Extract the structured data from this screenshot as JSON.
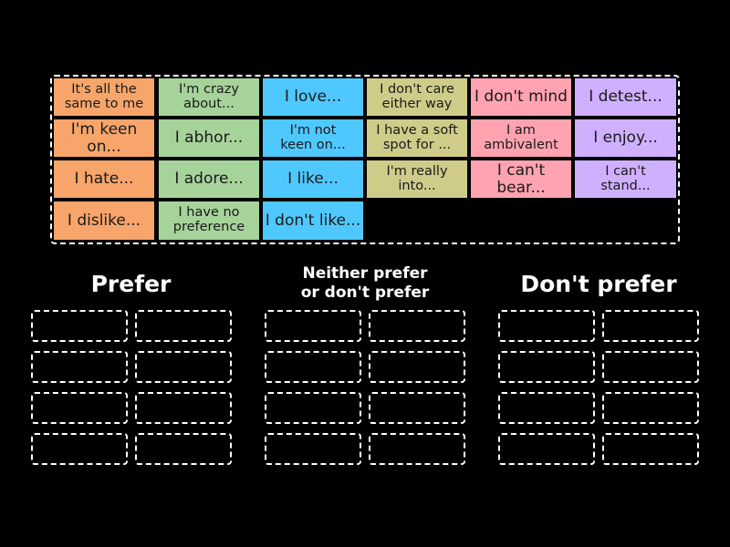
{
  "activity": {
    "type": "group-sort",
    "background_color": "#000000"
  },
  "cards": [
    {
      "label": "It's all the same to me",
      "lines": [
        "It's all the",
        "same to me"
      ],
      "color": "#f7a56a",
      "row": 0,
      "col": 0,
      "size": "small"
    },
    {
      "label": "I'm crazy about...",
      "lines": [
        "I'm crazy",
        "about..."
      ],
      "color": "#a6d39a",
      "row": 0,
      "col": 1,
      "size": "small"
    },
    {
      "label": "I love...",
      "lines": [
        "I love..."
      ],
      "color": "#4fc8ff",
      "row": 0,
      "col": 2,
      "size": "big"
    },
    {
      "label": "I don't care either way",
      "lines": [
        "I don't care",
        "either way"
      ],
      "color": "#cfcc8a",
      "row": 0,
      "col": 3,
      "size": "small"
    },
    {
      "label": "I don't mind",
      "lines": [
        "I don't mind"
      ],
      "color": "#ffa3b0",
      "row": 0,
      "col": 4,
      "size": "big"
    },
    {
      "label": "I detest...",
      "lines": [
        "I detest..."
      ],
      "color": "#cfb0ff",
      "row": 0,
      "col": 5,
      "size": "big"
    },
    {
      "label": "I'm keen on...",
      "lines": [
        "I'm keen on..."
      ],
      "color": "#f7a56a",
      "row": 1,
      "col": 0,
      "size": "big"
    },
    {
      "label": "I abhor...",
      "lines": [
        "I abhor..."
      ],
      "color": "#a6d39a",
      "row": 1,
      "col": 1,
      "size": "big"
    },
    {
      "label": "I'm not keen on...",
      "lines": [
        "I'm not",
        "keen on..."
      ],
      "color": "#4fc8ff",
      "row": 1,
      "col": 2,
      "size": "small"
    },
    {
      "label": "I have a soft spot for ...",
      "lines": [
        "I have a soft",
        "spot for ..."
      ],
      "color": "#cfcc8a",
      "row": 1,
      "col": 3,
      "size": "small"
    },
    {
      "label": "I am ambivalent",
      "lines": [
        "I am",
        "ambivalent"
      ],
      "color": "#ffa3b0",
      "row": 1,
      "col": 4,
      "size": "small"
    },
    {
      "label": "I enjoy...",
      "lines": [
        "I enjoy..."
      ],
      "color": "#cfb0ff",
      "row": 1,
      "col": 5,
      "size": "big"
    },
    {
      "label": "I hate...",
      "lines": [
        "I hate..."
      ],
      "color": "#f7a56a",
      "row": 2,
      "col": 0,
      "size": "big"
    },
    {
      "label": "I adore...",
      "lines": [
        "I adore..."
      ],
      "color": "#a6d39a",
      "row": 2,
      "col": 1,
      "size": "big"
    },
    {
      "label": "I like...",
      "lines": [
        "I like..."
      ],
      "color": "#4fc8ff",
      "row": 2,
      "col": 2,
      "size": "big"
    },
    {
      "label": "I'm really into...",
      "lines": [
        "I'm really",
        "into..."
      ],
      "color": "#cfcc8a",
      "row": 2,
      "col": 3,
      "size": "small"
    },
    {
      "label": "I can't bear...",
      "lines": [
        "I can't bear..."
      ],
      "color": "#ffa3b0",
      "row": 2,
      "col": 4,
      "size": "big"
    },
    {
      "label": "I can't stand...",
      "lines": [
        "I can't",
        "stand..."
      ],
      "color": "#cfb0ff",
      "row": 2,
      "col": 5,
      "size": "small"
    },
    {
      "label": "I dislike...",
      "lines": [
        "I dislike..."
      ],
      "color": "#f7a56a",
      "row": 3,
      "col": 0,
      "size": "big"
    },
    {
      "label": "I have no preference",
      "lines": [
        "I have no",
        "preference"
      ],
      "color": "#a6d39a",
      "row": 3,
      "col": 1,
      "size": "small"
    },
    {
      "label": "I don't like...",
      "lines": [
        "I don't like..."
      ],
      "color": "#4fc8ff",
      "row": 3,
      "col": 2,
      "size": "big"
    }
  ],
  "groups": [
    {
      "title": "Prefer",
      "title_lines": [
        "Prefer"
      ],
      "size": "big",
      "slot_count": 8
    },
    {
      "title": "Neither prefer or don't prefer",
      "title_lines": [
        "Neither prefer",
        "or don't prefer"
      ],
      "size": "small",
      "slot_count": 8
    },
    {
      "title": "Don't prefer",
      "title_lines": [
        "Don't prefer"
      ],
      "size": "big",
      "slot_count": 8
    }
  ]
}
